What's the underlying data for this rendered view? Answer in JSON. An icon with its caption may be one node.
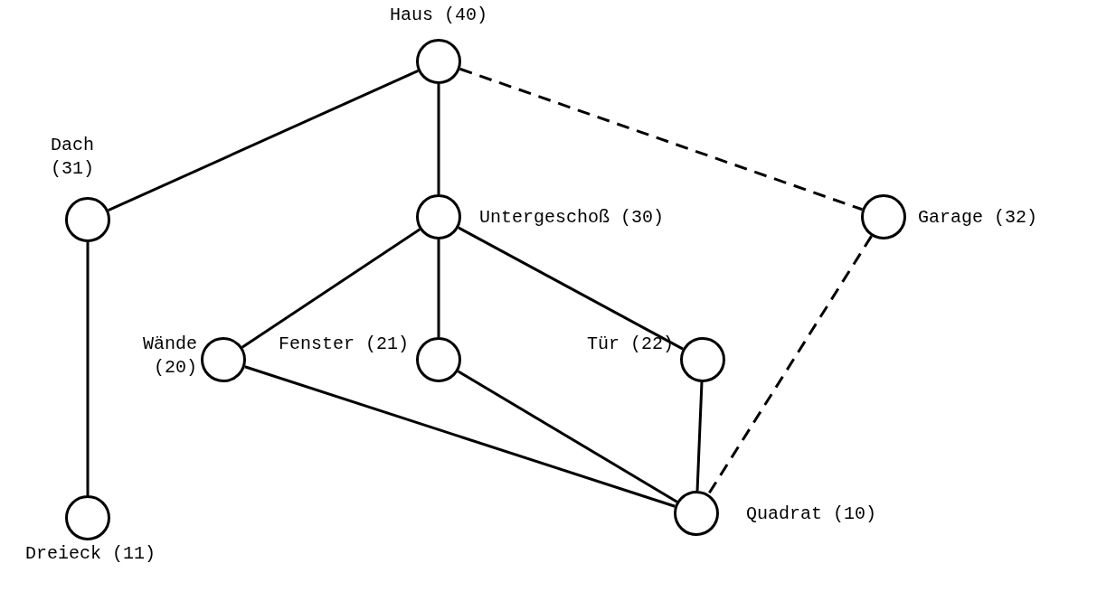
{
  "diagram": {
    "nodes": [
      {
        "text": [],
        "shape": "circle",
        "beside": [
          "Haus (40)"
        ]
      },
      {
        "text": [],
        "shape": "circle",
        "beside": [
          "Dach (31)"
        ]
      },
      {
        "text": [],
        "shape": "circle",
        "beside": [
          "Untergeschoß (30)"
        ]
      },
      {
        "text": [],
        "shape": "circle",
        "beside": [
          "Garage (32)"
        ]
      },
      {
        "text": [],
        "shape": "circle",
        "beside": [
          "Wände (20)"
        ]
      },
      {
        "text": [],
        "shape": "circle",
        "beside": [
          "Fenster (21)"
        ]
      },
      {
        "text": [],
        "shape": "circle",
        "beside": [
          "Tür (22)"
        ]
      },
      {
        "text": [],
        "shape": "circle",
        "beside": [
          "Dreieck (11)"
        ]
      },
      {
        "text": [],
        "shape": "circle",
        "beside": [
          "Quadrat (10)"
        ]
      }
    ],
    "edges": [
      {
        "from": 0,
        "to": 1,
        "arrow": "none"
      },
      {
        "from": 0,
        "to": 2,
        "arrow": "none"
      },
      {
        "from": 0,
        "to": 3,
        "arrow": "none",
        "style": "dashed"
      },
      {
        "from": 1,
        "to": 7,
        "arrow": "none"
      },
      {
        "from": 2,
        "to": 4,
        "arrow": "none"
      },
      {
        "from": 2,
        "to": 5,
        "arrow": "none"
      },
      {
        "from": 2,
        "to": 6,
        "arrow": "none"
      },
      {
        "from": 4,
        "to": 8,
        "arrow": "none"
      },
      {
        "from": 5,
        "to": 8,
        "arrow": "none"
      },
      {
        "from": 6,
        "to": 8,
        "arrow": "none"
      },
      {
        "from": 3,
        "to": 8,
        "arrow": "none",
        "style": "dashed"
      }
    ]
  }
}
